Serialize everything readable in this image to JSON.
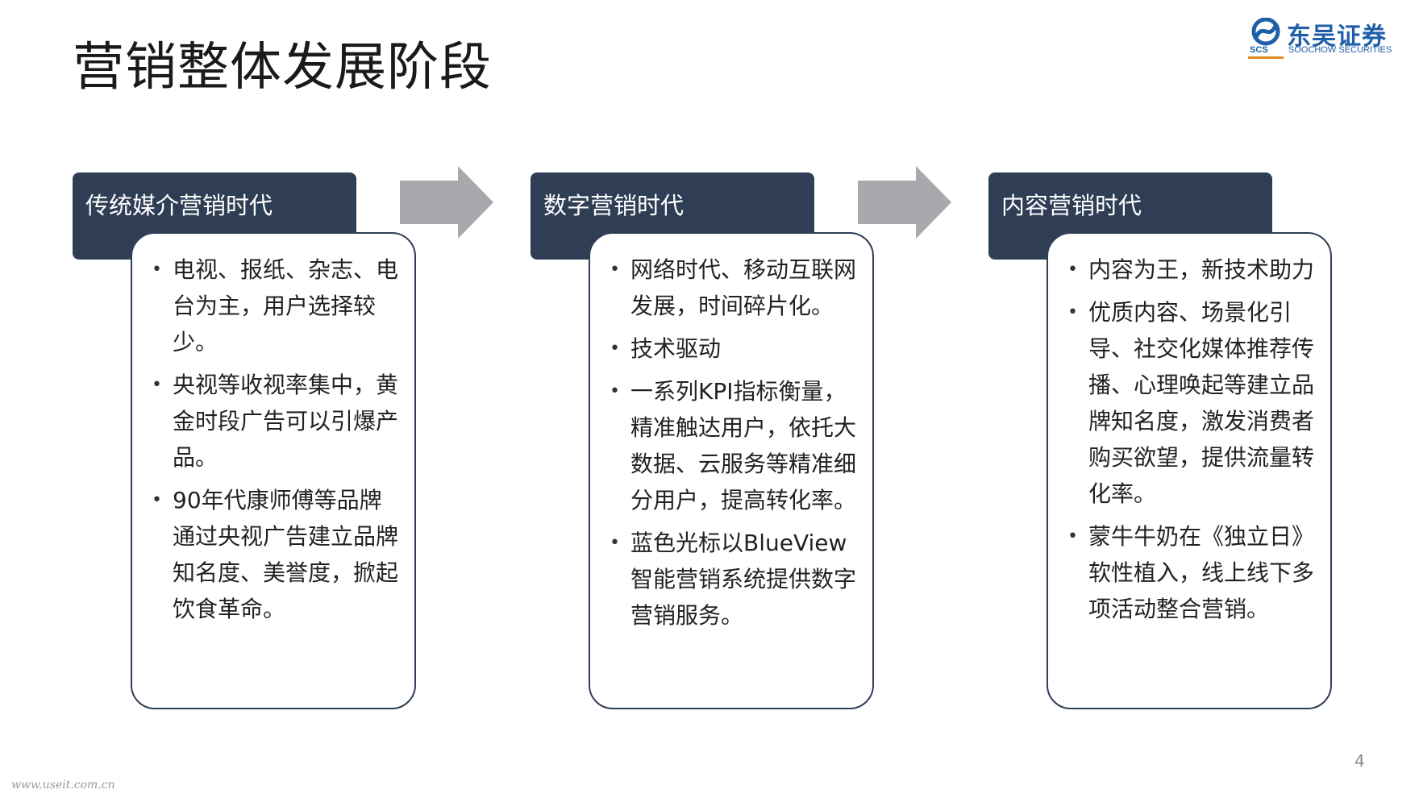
{
  "title": "营销整体发展阶段",
  "logo": {
    "name": "东吴证券",
    "abbr": "SCS",
    "subtitle": "SOOCHOW SECURITIES",
    "brand_color": "#1f5fa8",
    "accent_color": "#e08a1e"
  },
  "colors": {
    "header_bg": "#2f3e55",
    "arrow": "#a7a9ad",
    "card_border": "#2f3e55"
  },
  "stages": [
    {
      "label": "传统媒介营销时代",
      "points": [
        "电视、报纸、杂志、电台为主，用户选择较少。",
        "央视等收视率集中，黄金时段广告可以引爆产品。",
        "90年代康师傅等品牌通过央视广告建立品牌知名度、美誉度，掀起饮食革命。"
      ]
    },
    {
      "label": "数字营销时代",
      "points": [
        "网络时代、移动互联网发展，时间碎片化。",
        "技术驱动",
        "一系列KPI指标衡量，精准触达用户，依托大数据、云服务等精准细分用户，提高转化率。",
        "蓝色光标以BlueView智能营销系统提供数字营销服务。"
      ]
    },
    {
      "label": "内容营销时代",
      "points": [
        "内容为王，新技术助力",
        "优质内容、场景化引导、社交化媒体推荐传播、心理唤起等建立品牌知名度，激发消费者购买欲望，提供流量转化率。",
        "蒙牛牛奶在《独立日》软性植入，线上线下多项活动整合营销。"
      ]
    }
  ],
  "arrow_icon": "right-arrow-icon",
  "page_number": "4",
  "watermark": "www.useit.com.cn"
}
